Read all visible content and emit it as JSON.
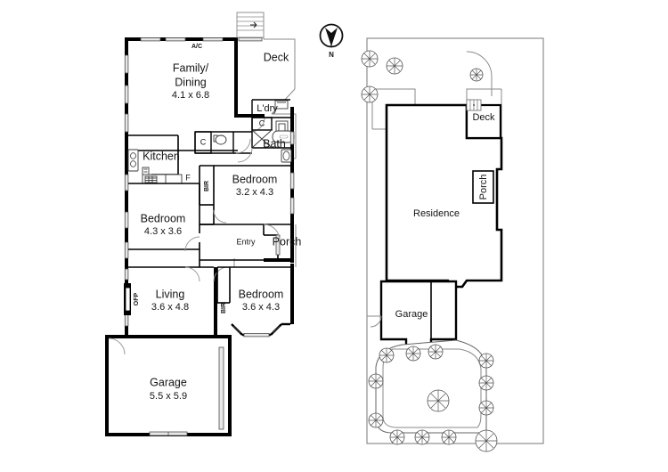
{
  "document": {
    "title": "Residential Floor Plan and Site Plan",
    "type": "floorplan"
  },
  "compass": {
    "name": "north-arrow",
    "label": "N"
  },
  "floorplan": {
    "name": "ground-floor-plan",
    "rooms": [
      {
        "key": "family_dining",
        "label": "Family/",
        "label2": "Dining",
        "dim": "4.1 x 6.8"
      },
      {
        "key": "deck",
        "label": "Deck",
        "dim": ""
      },
      {
        "key": "ldry",
        "label": "L'dry",
        "dim": ""
      },
      {
        "key": "bath",
        "label": "Bath",
        "dim": ""
      },
      {
        "key": "kitchen",
        "label": "Kitchen",
        "dim": ""
      },
      {
        "key": "bedroom_rear",
        "label": "Bedroom",
        "dim": "3.2 x 4.3"
      },
      {
        "key": "bedroom_left",
        "label": "Bedroom",
        "dim": "4.3 x 3.6"
      },
      {
        "key": "bedroom_front",
        "label": "Bedroom",
        "dim": "3.6 x 4.3"
      },
      {
        "key": "living",
        "label": "Living",
        "dim": "3.6 x 4.8"
      },
      {
        "key": "garage",
        "label": "Garage",
        "dim": "5.5 x 5.9"
      },
      {
        "key": "entry",
        "label": "Entry",
        "dim": ""
      },
      {
        "key": "porch",
        "label": "Porch",
        "dim": ""
      }
    ],
    "annotations": [
      {
        "key": "ac",
        "label": "A/C"
      },
      {
        "key": "cupboard_toilet",
        "label": "C"
      },
      {
        "key": "cupboard_ldry",
        "label": "C"
      },
      {
        "key": "fridge",
        "label": "F"
      },
      {
        "key": "bir_rear",
        "label": "BIR"
      },
      {
        "key": "bir_front",
        "label": "BIR"
      },
      {
        "key": "ofp",
        "label": "OFP"
      }
    ]
  },
  "siteplan": {
    "name": "site-plan",
    "labels": [
      {
        "key": "residence",
        "label": "Residence"
      },
      {
        "key": "deck",
        "label": "Deck"
      },
      {
        "key": "porch",
        "label": "Porch"
      },
      {
        "key": "garage",
        "label": "Garage"
      }
    ]
  },
  "colors": {
    "wall": "#000000",
    "hairline": "#8a8a8a",
    "window": "#e8e8e8",
    "background": "#ffffff",
    "text": "#151515"
  }
}
